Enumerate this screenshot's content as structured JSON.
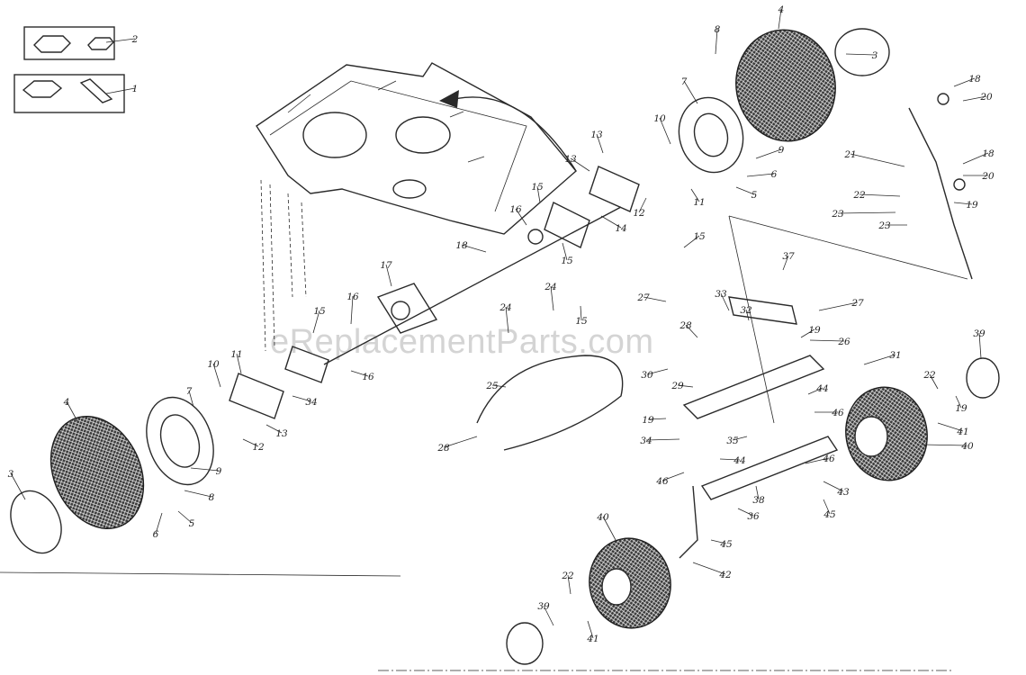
{
  "watermark": "eReplacementParts.com",
  "callouts": [
    "1",
    "2",
    "3",
    "3",
    "4",
    "4",
    "5",
    "5",
    "6",
    "6",
    "7",
    "7",
    "8",
    "8",
    "9",
    "9",
    "10",
    "10",
    "11",
    "11",
    "12",
    "12",
    "13",
    "13",
    "13",
    "14",
    "15",
    "15",
    "15",
    "15",
    "15",
    "16",
    "16",
    "16",
    "17",
    "18",
    "18",
    "18",
    "19",
    "19",
    "19",
    "19",
    "20",
    "20",
    "21",
    "22",
    "22",
    "22",
    "23",
    "23",
    "24",
    "24",
    "25",
    "26",
    "27",
    "27",
    "28",
    "28",
    "29",
    "30",
    "31",
    "32",
    "33",
    "34",
    "34",
    "35",
    "36",
    "37",
    "38",
    "39",
    "39",
    "40",
    "40",
    "41",
    "41",
    "42",
    "43",
    "44",
    "44",
    "45",
    "45",
    "46",
    "46",
    "46"
  ]
}
